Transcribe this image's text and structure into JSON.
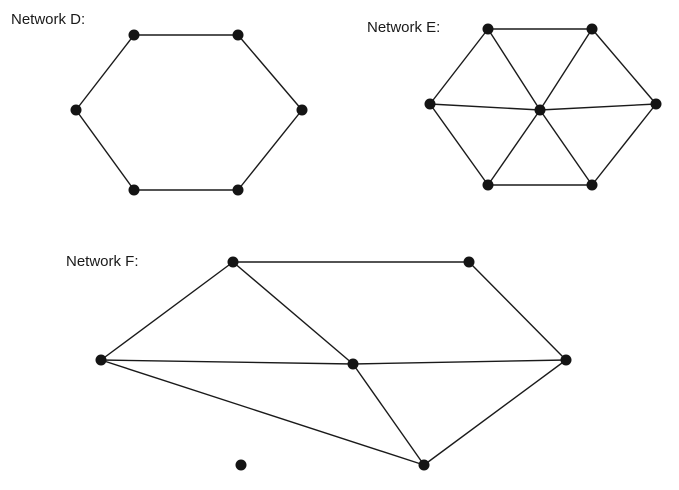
{
  "colors": {
    "edge": "#1a1a1a",
    "node": "#141414",
    "text": "#1a1a1a"
  },
  "networks": [
    {
      "label": "Network D:",
      "node_count": 6,
      "edges": [
        [
          0,
          1
        ],
        [
          1,
          2
        ],
        [
          2,
          3
        ],
        [
          3,
          4
        ],
        [
          4,
          5
        ],
        [
          5,
          0
        ]
      ]
    },
    {
      "label": "Network E:",
      "node_count": 7,
      "edges": [
        [
          0,
          1
        ],
        [
          1,
          2
        ],
        [
          2,
          3
        ],
        [
          3,
          4
        ],
        [
          4,
          5
        ],
        [
          5,
          0
        ],
        [
          6,
          0
        ],
        [
          6,
          1
        ],
        [
          6,
          2
        ],
        [
          6,
          3
        ],
        [
          6,
          4
        ],
        [
          6,
          5
        ]
      ]
    },
    {
      "label": "Network F:",
      "node_count": 7,
      "edges": [
        [
          0,
          1
        ],
        [
          1,
          2
        ],
        [
          2,
          3
        ],
        [
          3,
          4
        ],
        [
          4,
          0
        ],
        [
          1,
          5
        ],
        [
          0,
          5
        ],
        [
          4,
          5
        ],
        [
          3,
          5
        ]
      ]
    }
  ]
}
